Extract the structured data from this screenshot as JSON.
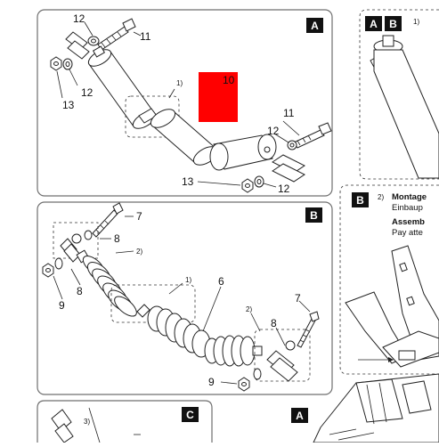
{
  "panels": {
    "a": {
      "badge": "A",
      "callouts": {
        "c12_top": "12",
        "c11_top": "11",
        "c12_left": "12",
        "c13_left": "13",
        "c1": "1)",
        "c10": "10",
        "c11_right": "11",
        "c12_right": "12",
        "c13_bottom": "13",
        "c12_bottom": "12"
      },
      "highlight_color": "#ff0000"
    },
    "b": {
      "badge": "B",
      "callouts": {
        "c7_top": "7",
        "c8_top": "8",
        "c2_top": "2)",
        "c8_left": "8",
        "c9_left": "9",
        "c1": "1)",
        "c6": "6",
        "c7_right": "7",
        "c2_right": "2)",
        "c8_right": "8",
        "c9_bottom": "9"
      }
    },
    "c": {
      "badge": "C",
      "callouts": {
        "c3": "3)"
      }
    },
    "a_bottom": {
      "badge": "A"
    },
    "right_top": {
      "badges": [
        "A",
        "B"
      ],
      "callout": "1)"
    },
    "right_bottom": {
      "badge": "B",
      "footnote": "2)",
      "lines": [
        "Montage",
        "Einbaup",
        "Assemb",
        "Pay atte"
      ]
    }
  }
}
